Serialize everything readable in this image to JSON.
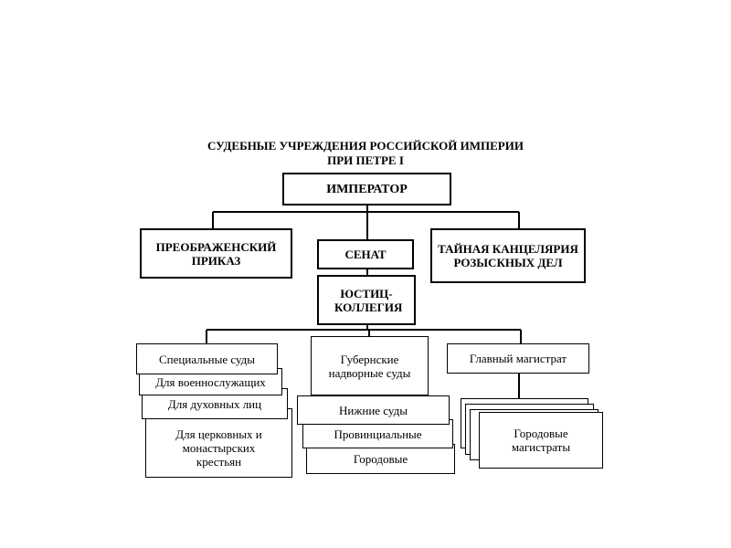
{
  "title": {
    "line1": "СУДЕБНЫЕ УЧРЕЖДЕНИЯ РОССИЙСКОЙ ИМПЕРИИ",
    "line2": "ПРИ ПЕТРЕ I"
  },
  "nodes": {
    "emperor": "ИМПЕРАТОР",
    "preobrazhensky": "ПРЕОБРАЖЕНСКИЙ ПРИКАЗ",
    "senate": "СЕНАТ",
    "secret_chancellery": "ТАЙНАЯ КАНЦЕЛЯРИЯ РОЗЫСКНЫХ ДЕЛ",
    "justice_collegium": "ЮСТИЦ-КОЛЛЕГИЯ",
    "special_courts": "Специальные суды",
    "military": "Для военнослужащих",
    "clergy": "Для духовных лиц",
    "peasants": "Для церковных и монастырских крестьян",
    "provincial_courts": "Губернские надворные суды",
    "lower_courts": "Нижние суды",
    "provincial": "Провинциальные",
    "city": "Городовые",
    "chief_magistrate": "Главный магистрат",
    "city_magistrates": "Городовые магистраты"
  }
}
